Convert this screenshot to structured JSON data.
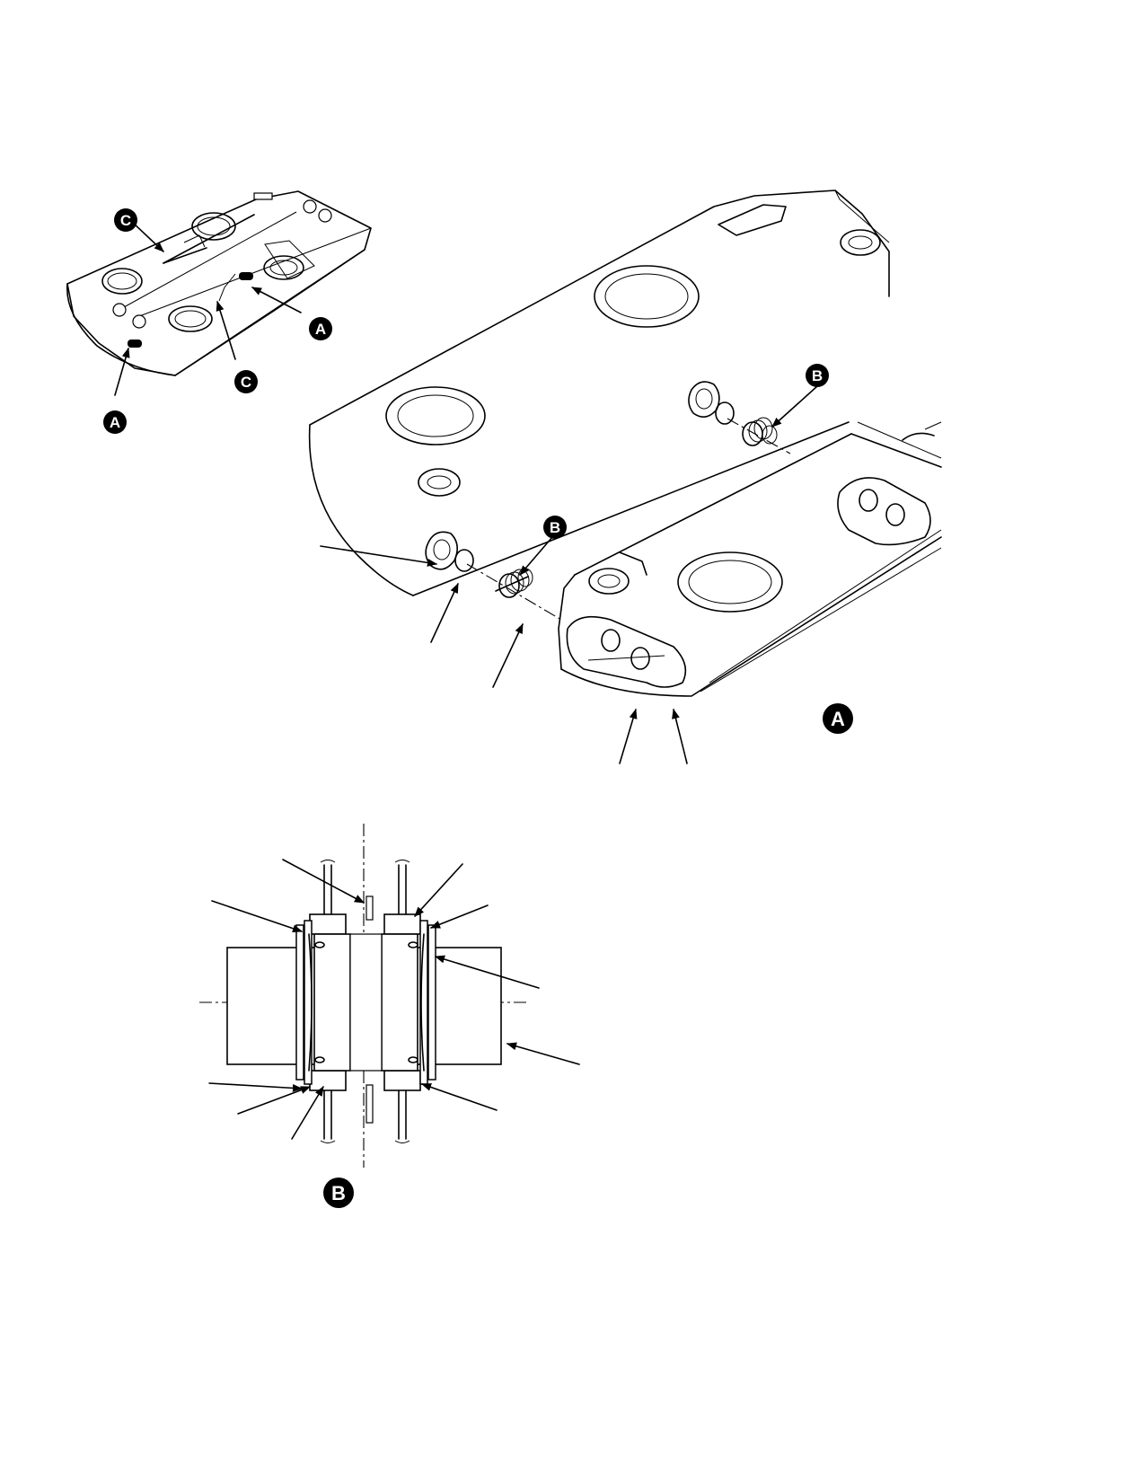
{
  "callouts": {
    "overview_c_top": "C",
    "overview_a_right": "A",
    "overview_c_bottom": "C",
    "overview_a_left": "A",
    "detail_b_upper": "B",
    "detail_b_lower": "B",
    "view_a": "A",
    "view_b": "B"
  },
  "colors": {
    "line": "#000000",
    "background": "#ffffff",
    "callout_fill": "#000000",
    "callout_text": "#ffffff"
  }
}
